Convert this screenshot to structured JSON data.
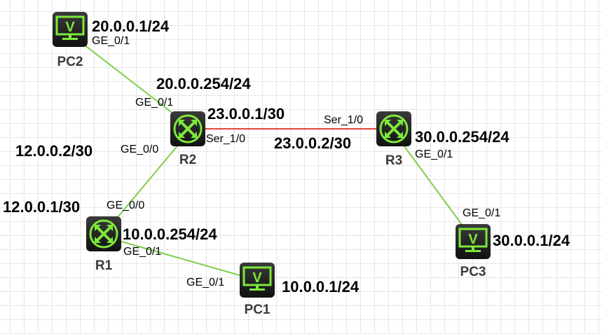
{
  "colors": {
    "ethernet": "#7dcf4a",
    "serial": "#e0453a",
    "icon_green": "#7de83a"
  },
  "devices": {
    "pc2": {
      "name": "PC2",
      "ip": "20.0.0.1/24",
      "iface": "GE_0/1"
    },
    "r2": {
      "name": "R2",
      "ip_ge01": "20.0.0.254/24",
      "if_ge01": "GE_0/1",
      "ip_ser": "23.0.0.1/30",
      "if_ser": "Ser_1/0",
      "ip_ge00": "12.0.0.2/30",
      "if_ge00": "GE_0/0"
    },
    "r3": {
      "name": "R3",
      "ip_ser": "23.0.0.2/30",
      "if_ser": "Ser_1/0",
      "ip_ge01": "30.0.0.254/24",
      "if_ge01": "GE_0/1"
    },
    "r1": {
      "name": "R1",
      "ip_ge00": "12.0.0.1/30",
      "if_ge00": "GE_0/0",
      "ip_ge01": "10.0.0.254/24",
      "if_ge01": "GE_0/1"
    },
    "pc1": {
      "name": "PC1",
      "ip": "10.0.0.1/24",
      "iface": "GE_0/1"
    },
    "pc3": {
      "name": "PC3",
      "ip": "30.0.0.1/24",
      "iface": "GE_0/1"
    }
  }
}
